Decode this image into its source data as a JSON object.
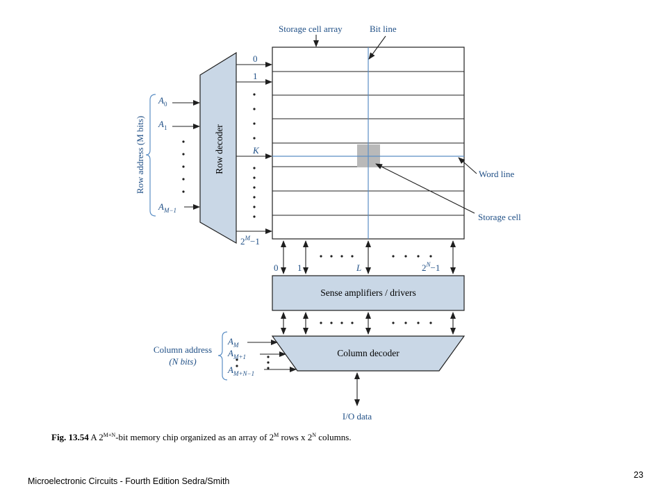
{
  "figure": {
    "labels": {
      "storage_cell_array": "Storage cell array",
      "bit_line": "Bit line",
      "word_line": "Word line",
      "storage_cell": "Storage cell",
      "row_decoder": "Row decoder",
      "row_address": "Row address (M bits)",
      "sense_amplifiers": "Sense amplifiers / drivers",
      "column_decoder": "Column decoder",
      "column_address_line1": "Column address",
      "column_address_line2": "(N bits)",
      "io_data": "I/O data"
    },
    "row_outputs": {
      "first": "0",
      "second": "1",
      "k": "K",
      "last_base": "2",
      "last_exp": "M",
      "last_tail": "−1"
    },
    "row_inputs": {
      "a0_base": "A",
      "a0_sub": "0",
      "a1_base": "A",
      "a1_sub": "1",
      "am1_base": "A",
      "am1_sub": "M−1"
    },
    "column_indices": {
      "first": "0",
      "second": "1",
      "l": "L",
      "last_base": "2",
      "last_exp": "N",
      "last_tail": "−1"
    },
    "column_inputs": {
      "am_base": "A",
      "am_sub": "M",
      "am1_base": "A",
      "am1_sub": "M+1",
      "amn1_base": "A",
      "amn1_sub": "M+N−1"
    },
    "colors": {
      "block_fill": "#c9d7e6",
      "cell_fill": "#b9b9b9",
      "line": "#1f1f1f",
      "bit_line": "#5b8ec4",
      "label_text": "#1f4f86"
    }
  },
  "caption": {
    "prefix": "Fig. 13.54",
    "t1": " A 2",
    "s1": "M+N",
    "t2": "-bit memory chip organized as an array of 2",
    "s2": "M",
    "t3": " rows x 2",
    "s3": "N",
    "t4": " columns."
  },
  "footer": {
    "source": "Microelectronic Circuits - Fourth Edition     Sedra/Smith",
    "page_number": "23"
  }
}
